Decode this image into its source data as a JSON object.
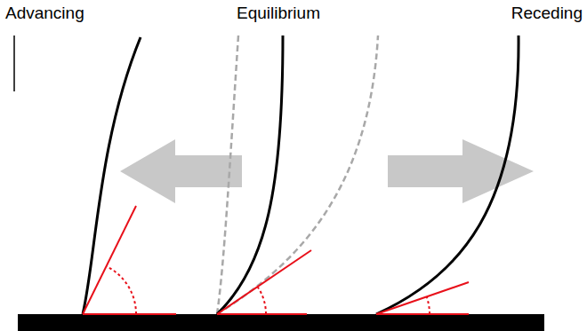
{
  "diagram": {
    "labels": [
      "Advancing",
      "Equilibrium",
      "Receding"
    ]
  }
}
